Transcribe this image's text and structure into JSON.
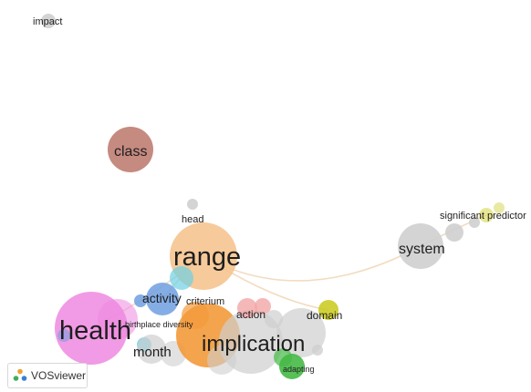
{
  "app": {
    "name": "VOSviewer"
  },
  "map": {
    "terms": [
      {
        "id": "impact",
        "label": "impact"
      },
      {
        "id": "class",
        "label": "class"
      },
      {
        "id": "head",
        "label": "head"
      },
      {
        "id": "range",
        "label": "range"
      },
      {
        "id": "system",
        "label": "system"
      },
      {
        "id": "significant-predictor",
        "label": "significant predictor"
      },
      {
        "id": "activity",
        "label": "activity"
      },
      {
        "id": "criterium",
        "label": "criterium"
      },
      {
        "id": "action",
        "label": "action"
      },
      {
        "id": "domain",
        "label": "domain"
      },
      {
        "id": "health",
        "label": "health"
      },
      {
        "id": "birthplace-diversity",
        "label": "birthplace diversity"
      },
      {
        "id": "month",
        "label": "month"
      },
      {
        "id": "implication",
        "label": "implication"
      },
      {
        "id": "adapting",
        "label": "adapting"
      }
    ],
    "colors": {
      "grey": "#cfcfcf",
      "brown": "#c58a80",
      "light-orange": "#f5c48f",
      "orange": "#f39a3a",
      "pink": "#ee88e0",
      "blue": "#6f9fe0",
      "cyan": "#6fd0e4",
      "red": "#f2a6a6",
      "olive": "#c9c919",
      "green": "#45b945",
      "link": "#f2dcc0"
    }
  }
}
